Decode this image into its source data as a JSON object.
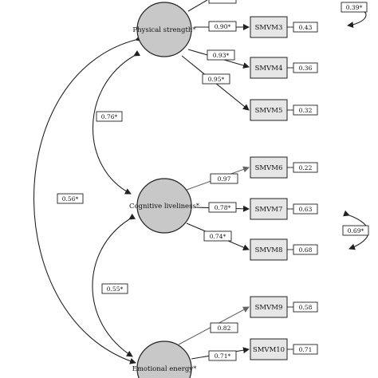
{
  "colors": {
    "latent_fill": "#c8c8c8",
    "observed_fill": "#e6e6e6",
    "stroke": "#222222",
    "background": "#ffffff",
    "grey_arrow": "#666666"
  },
  "latents": [
    {
      "id": "physical",
      "label": "Physical strength*"
    },
    {
      "id": "cognitive",
      "label": "Cognitive liveliness*"
    },
    {
      "id": "emotional",
      "label": "Emotional energy*"
    }
  ],
  "observed": [
    {
      "label": "SMVM3",
      "residual": "0.43"
    },
    {
      "label": "SMVM4",
      "residual": "0.36"
    },
    {
      "label": "SMVM5",
      "residual": "0.32"
    },
    {
      "label": "SMVM6",
      "residual": "0.22"
    },
    {
      "label": "SMVM7",
      "residual": "0.63"
    },
    {
      "label": "SMVM8",
      "residual": "0.68"
    },
    {
      "label": "SMVM9",
      "residual": "0.58"
    },
    {
      "label": "SMVM10",
      "residual": "0.71"
    }
  ],
  "loadings": [
    "0.90*",
    "0.93*",
    "0.95*",
    "0.97",
    "0.78*",
    "0.74*",
    "0.82",
    "0.71*"
  ],
  "correlations": {
    "physical_cognitive": "0.76*",
    "physical_emotional": "0.56*",
    "cognitive_emotional": "0.55*"
  },
  "residual_covariances": {
    "top": "0.39*",
    "middle": "0.69*"
  }
}
